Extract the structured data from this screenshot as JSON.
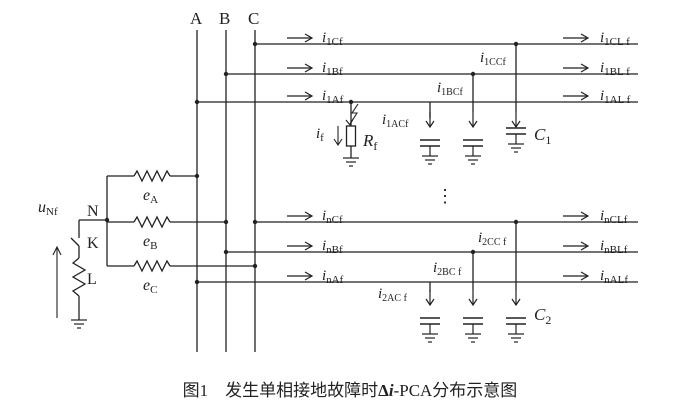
{
  "bus": {
    "a": "A",
    "b": "B",
    "c": "C"
  },
  "source": {
    "u_main": "u",
    "u_sub": "Nf",
    "n": "N",
    "k": "K",
    "l": "L",
    "ea_main": "e",
    "ea_sub": "A",
    "eb_main": "e",
    "eb_sub": "B",
    "ec_main": "e",
    "ec_sub": "C"
  },
  "top": {
    "c_in_main": "i",
    "c_in_sub": "1Cf",
    "b_in_main": "i",
    "b_in_sub": "1Bf",
    "a_in_main": "i",
    "a_in_sub": "1Af",
    "c_out_main": "i",
    "c_out_sub": "1CL f",
    "b_out_main": "i",
    "b_out_sub": "1BL f",
    "a_out_main": "i",
    "a_out_sub": "1AL f",
    "cc_main": "i",
    "cc_sub": "1CCf",
    "bc_main": "i",
    "bc_sub": "1BCf",
    "ac_main": "i",
    "ac_sub": "1ACf",
    "cap_main": "C",
    "cap_sub": "1"
  },
  "fault": {
    "if_main": "i",
    "if_sub": "f",
    "rf_main": "R",
    "rf_sub": "f"
  },
  "ellipsis": "⋮",
  "bottom": {
    "c_in_main": "i",
    "c_in_sub": "nCf",
    "b_in_main": "i",
    "b_in_sub": "nBf",
    "a_in_main": "i",
    "a_in_sub": "nAf",
    "c_out_main": "i",
    "c_out_sub": "nCLf",
    "b_out_main": "i",
    "b_out_sub": "nBLf",
    "a_out_main": "i",
    "a_out_sub": "nALf",
    "cc_main": "i",
    "cc_sub": "2CC f",
    "bc_main": "i",
    "bc_sub": "2BC f",
    "ac_main": "i",
    "ac_sub": "2AC f",
    "cap_main": "C",
    "cap_sub": "2"
  },
  "caption": {
    "prefix": "图1　发生单相接地故障时",
    "delta": "Δ",
    "i": "i",
    "suffix": "-PCA分布示意图"
  }
}
